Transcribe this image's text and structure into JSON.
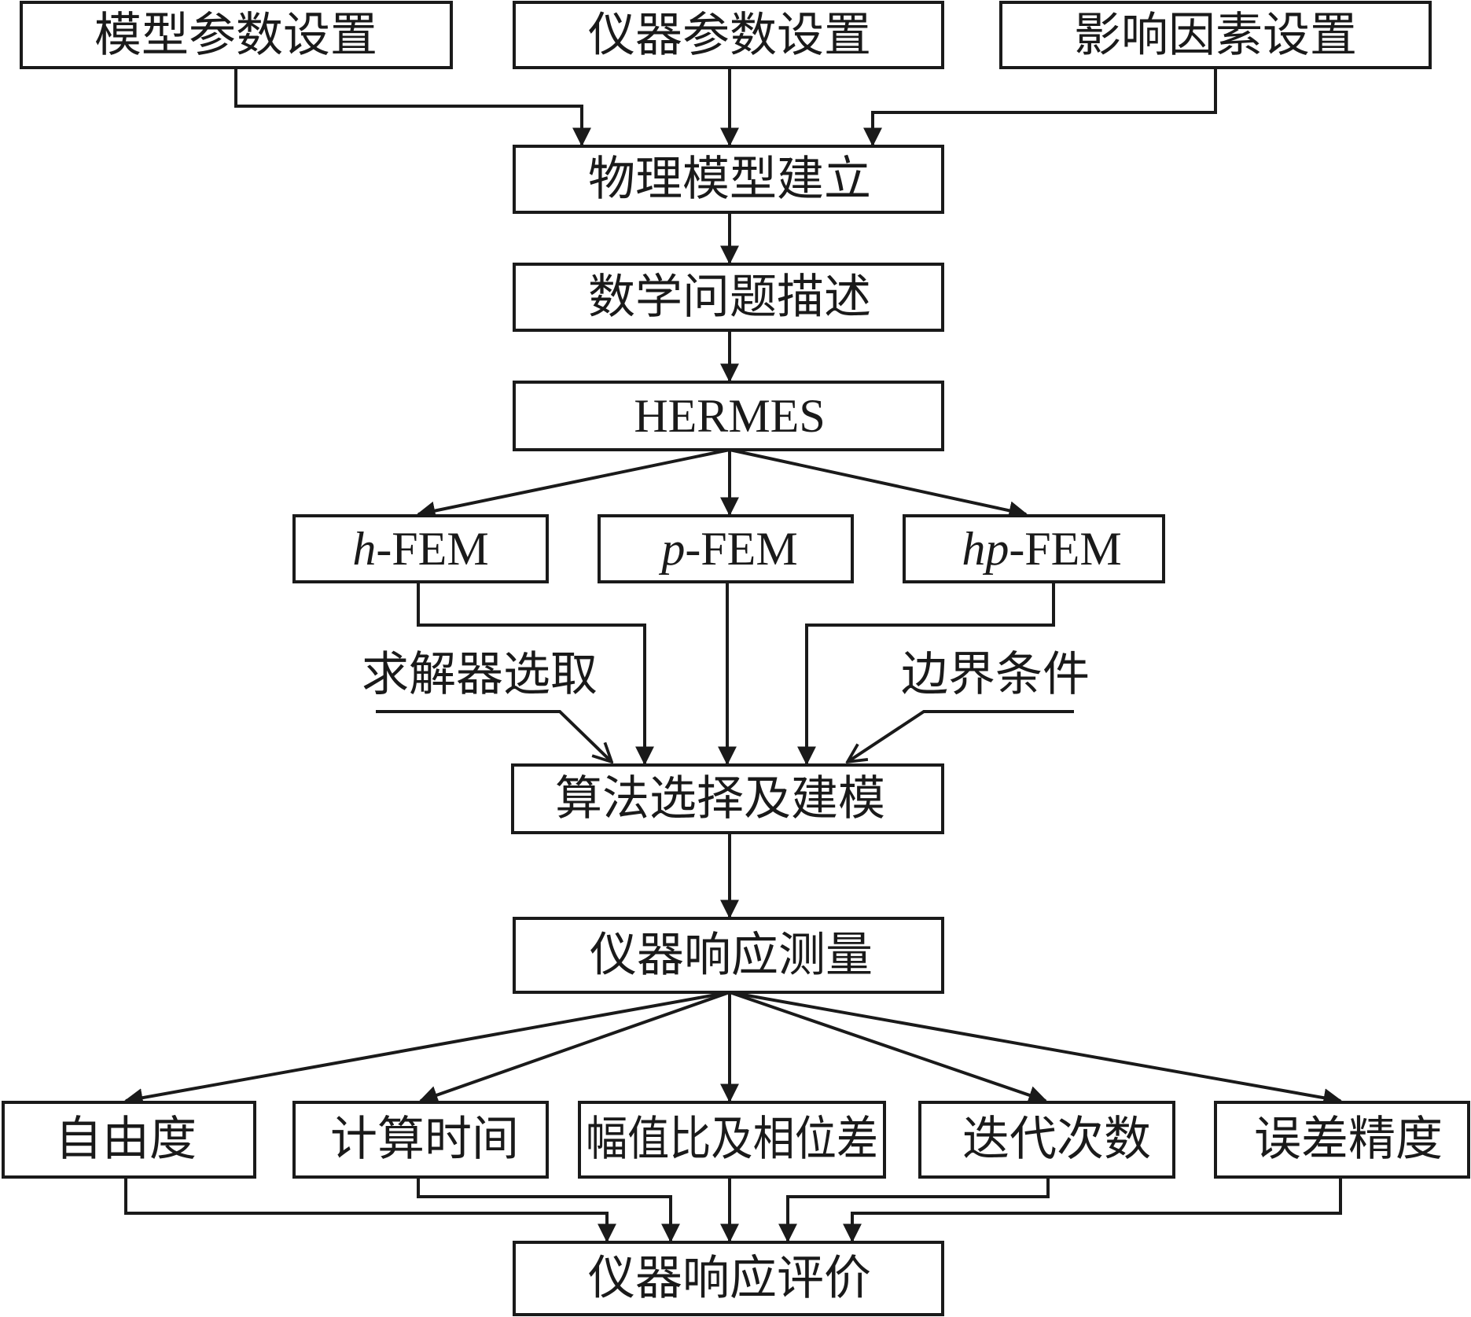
{
  "inputs": {
    "model_params": "模型参数设置",
    "instrument_params": "仪器参数设置",
    "influence_factors": "影响因素设置"
  },
  "physical_model": "物理模型建立",
  "math_description": "数学问题描述",
  "solver": "HERMES",
  "fem_methods": {
    "h": {
      "italic": "h",
      "suffix": "-FEM"
    },
    "p": {
      "italic": "p",
      "suffix": "-FEM"
    },
    "hp": {
      "italic": "hp",
      "suffix": "-FEM"
    }
  },
  "side_inputs": {
    "solver_selection": "求解器选取",
    "boundary_conditions": "边界条件"
  },
  "algorithm_modeling": "算法选择及建模",
  "response_measurement": "仪器响应测量",
  "metrics": [
    "自由度",
    "计算时间",
    "幅值比及相位差",
    "迭代次数",
    "误差精度"
  ],
  "response_evaluation": "仪器响应评价"
}
